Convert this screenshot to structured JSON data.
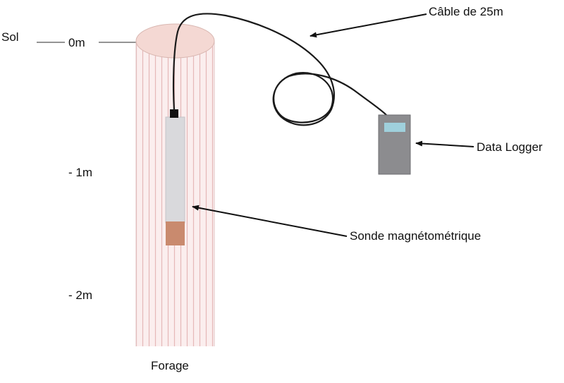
{
  "labels": {
    "ground": "Sol",
    "depth_0": "0m",
    "depth_1": "- 1m",
    "depth_2": "- 2m",
    "borehole": "Forage",
    "cable": "Câble de 25m",
    "logger": "Data Logger",
    "probe": "Sonde magnétométrique"
  },
  "colors": {
    "borehole_fill": "#fbeeee",
    "borehole_stripes": "#e6b8b8",
    "borehole_top": "#f4d8d3",
    "probe_body": "#d9d9dc",
    "probe_tip": "#c98a6e",
    "logger_body": "#8c8c8f",
    "logger_screen": "#9fd0dc",
    "cable": "#1a1a1a",
    "text": "#111111"
  }
}
